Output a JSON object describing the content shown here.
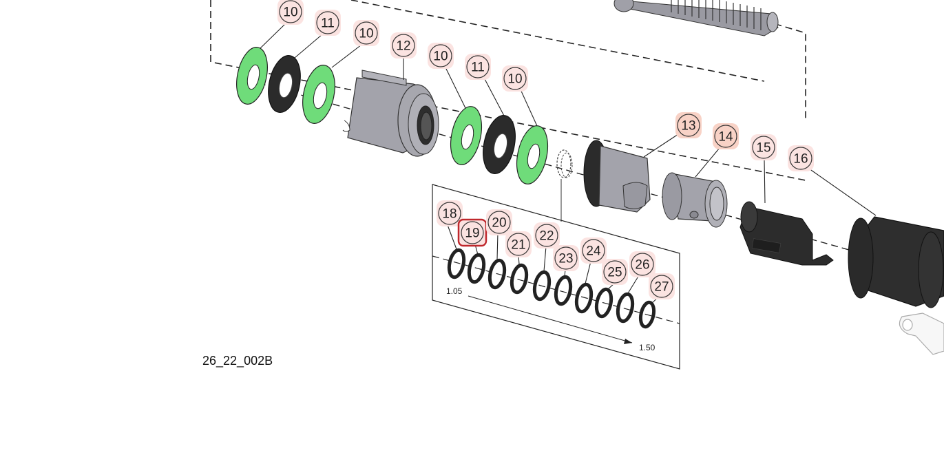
{
  "figure_id": "26_22_002B",
  "colors": {
    "green_washer": "#6fdc7a",
    "black_part": "#2b2b2b",
    "gray_part": "#a3a3ab",
    "callout_fill": "#fbe3e1",
    "callout_fill_highlight": "#f8d2c6",
    "selection_border": "#c0282d"
  },
  "callouts": [
    {
      "id": "c10a",
      "label": "10"
    },
    {
      "id": "c11a",
      "label": "11"
    },
    {
      "id": "c10b",
      "label": "10"
    },
    {
      "id": "c12",
      "label": "12"
    },
    {
      "id": "c10c",
      "label": "10"
    },
    {
      "id": "c11b",
      "label": "11"
    },
    {
      "id": "c10d",
      "label": "10"
    },
    {
      "id": "c13",
      "label": "13"
    },
    {
      "id": "c14",
      "label": "14"
    },
    {
      "id": "c15",
      "label": "15"
    },
    {
      "id": "c16",
      "label": "16"
    },
    {
      "id": "c18",
      "label": "18"
    },
    {
      "id": "c19",
      "label": "19",
      "selected": true
    },
    {
      "id": "c20",
      "label": "20"
    },
    {
      "id": "c21",
      "label": "21"
    },
    {
      "id": "c22",
      "label": "22"
    },
    {
      "id": "c23",
      "label": "23"
    },
    {
      "id": "c24",
      "label": "24"
    },
    {
      "id": "c25",
      "label": "25"
    },
    {
      "id": "c26",
      "label": "26"
    },
    {
      "id": "c27",
      "label": "27"
    }
  ],
  "inset": {
    "dim_start": "1.05",
    "dim_end": "1.50"
  }
}
